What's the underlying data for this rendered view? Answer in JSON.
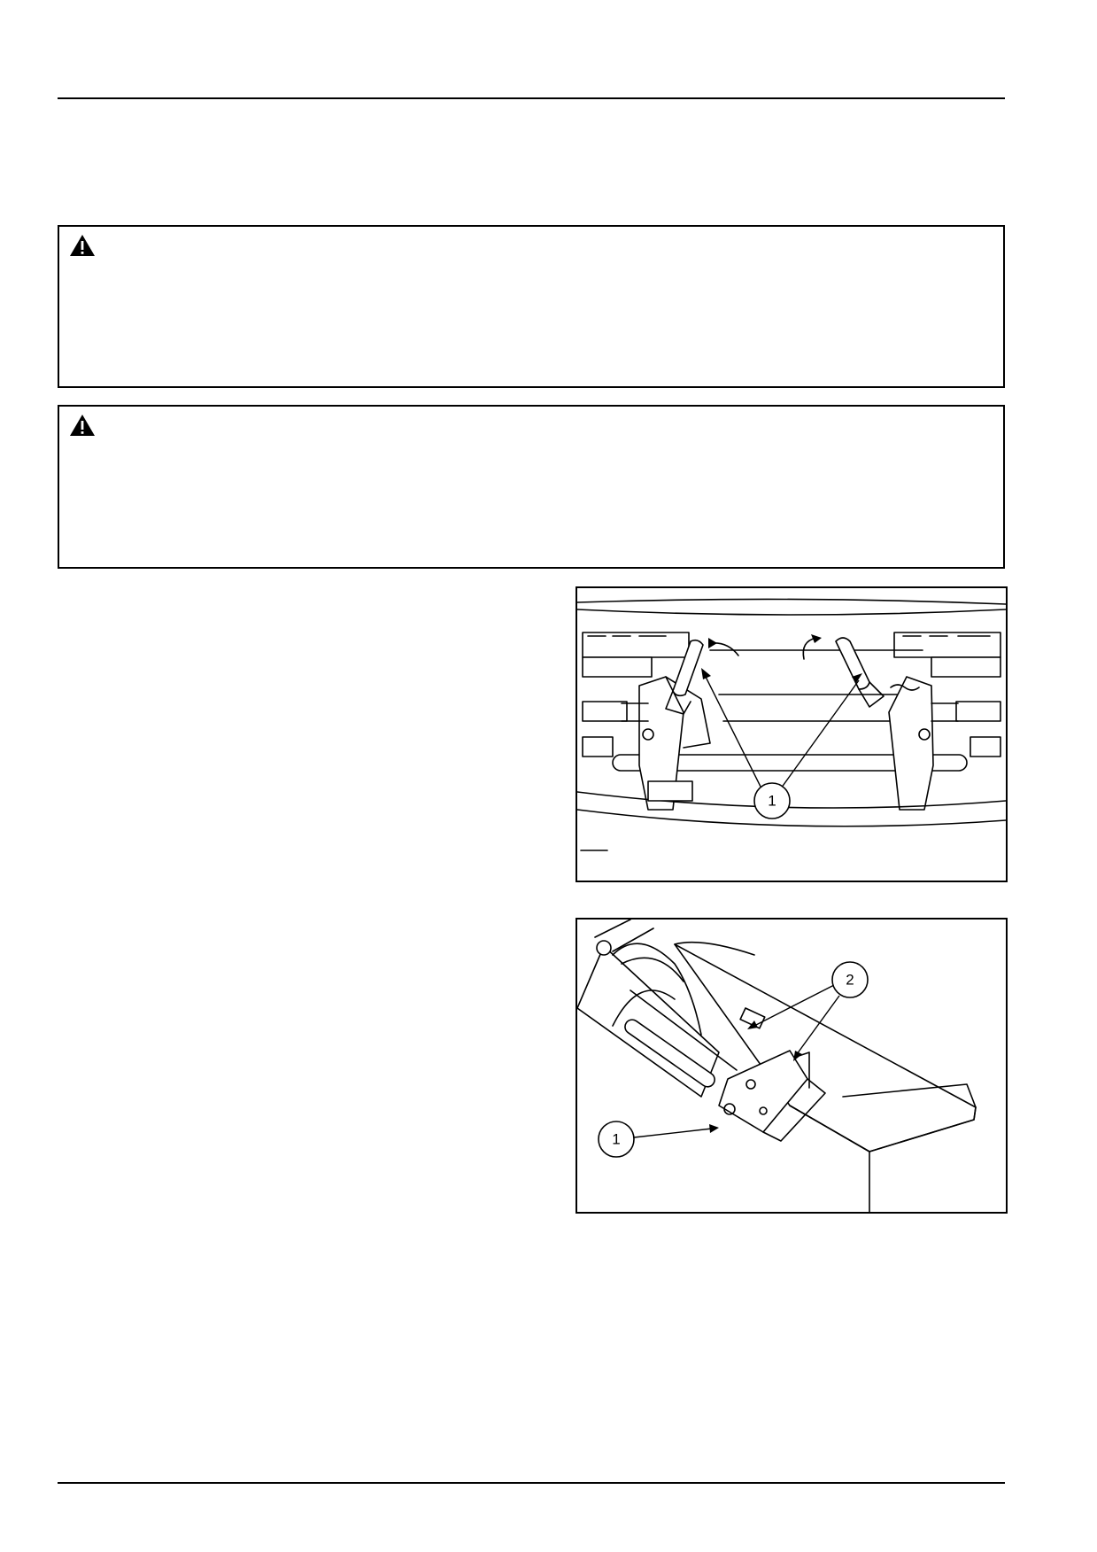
{
  "warnings": [
    {
      "icon": "warning-triangle-icon",
      "text": ""
    },
    {
      "icon": "warning-triangle-icon",
      "text": ""
    }
  ],
  "figures": [
    {
      "callouts": [
        "1"
      ]
    },
    {
      "callouts": [
        "1",
        "2"
      ]
    }
  ]
}
